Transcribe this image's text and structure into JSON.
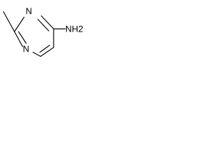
{
  "molecule": {
    "atoms": {
      "n_top": "N",
      "n_bottom": "N",
      "nh2": "NH2"
    }
  }
}
